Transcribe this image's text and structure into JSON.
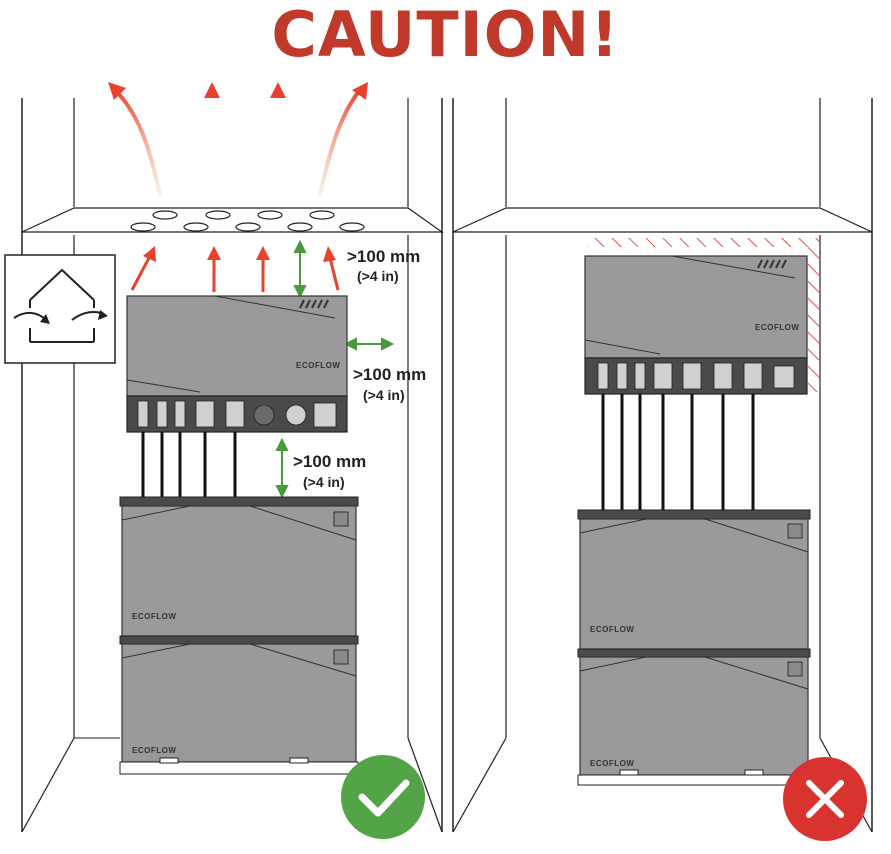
{
  "title": "CAUTION!",
  "colors": {
    "title": "#c0392b",
    "heat_arrow": "#e8412c",
    "clearance_arrow": "#4a9a3c",
    "ok_badge": "#52a447",
    "bad_badge": "#d9332f",
    "device_body": "#9a9a9c",
    "device_panel": "#4a4a4c",
    "hatch": "#e05050"
  },
  "icons": {
    "house": "house-airflow-icon",
    "ok": "check-icon",
    "bad": "cross-icon"
  },
  "left_panel": {
    "clearance_top": {
      "main": ">100 mm",
      "sub": "(>4 in)"
    },
    "clearance_side": {
      "main": ">100 mm",
      "sub": "(>4 in)"
    },
    "clearance_bottom": {
      "main": ">100 mm",
      "sub": "(>4 in)"
    },
    "logo": "ECOFLOW",
    "status": "correct"
  },
  "right_panel": {
    "logo": "ECOFLOW",
    "status": "incorrect"
  }
}
